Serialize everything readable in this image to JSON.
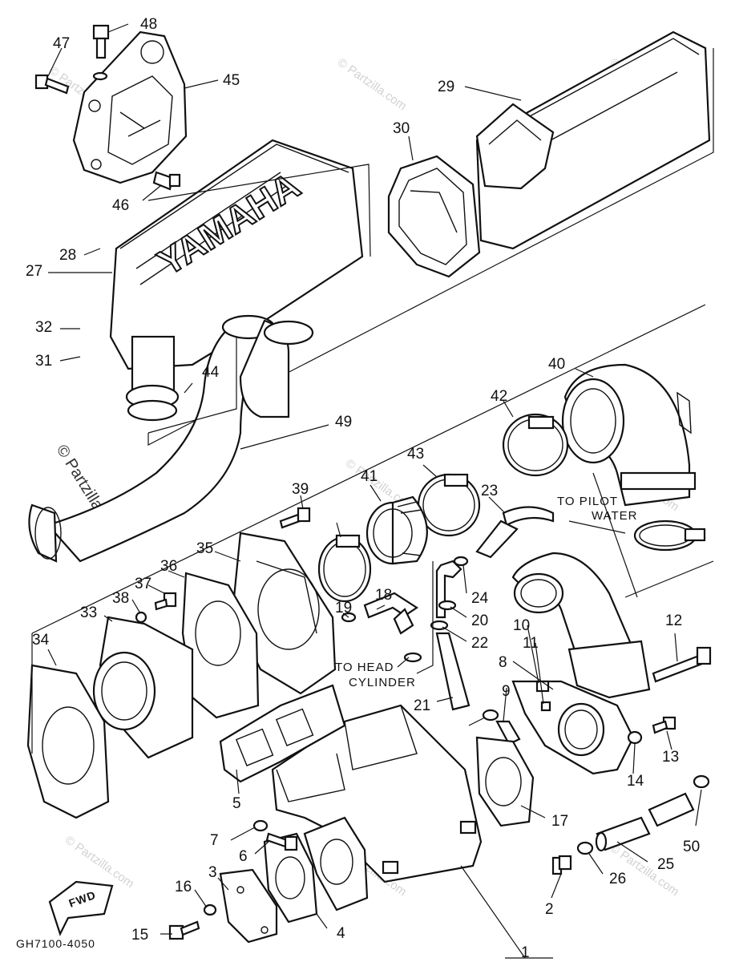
{
  "diagram": {
    "brand_mark": "YAMAHA",
    "code": "GH7100-4050",
    "direction": "FWD",
    "watermark": "© Partzilla.com",
    "notes": {
      "pilot_line1": "TO PILOT",
      "pilot_line2": "WATER",
      "head_line1": "TO HEAD",
      "head_line2": "CYLINDER"
    },
    "callouts": [
      "48",
      "47",
      "45",
      "46",
      "29",
      "30",
      "28",
      "27",
      "32",
      "31",
      "44",
      "49",
      "40",
      "42",
      "43",
      "41",
      "39",
      "23",
      "35",
      "36",
      "37",
      "38",
      "33",
      "34",
      "18",
      "19",
      "24",
      "20",
      "22",
      "10",
      "11",
      "12",
      "8",
      "9",
      "21",
      "13",
      "14",
      "5",
      "17",
      "7",
      "6",
      "50",
      "3",
      "16",
      "15",
      "4",
      "26",
      "25",
      "2",
      "1"
    ]
  }
}
